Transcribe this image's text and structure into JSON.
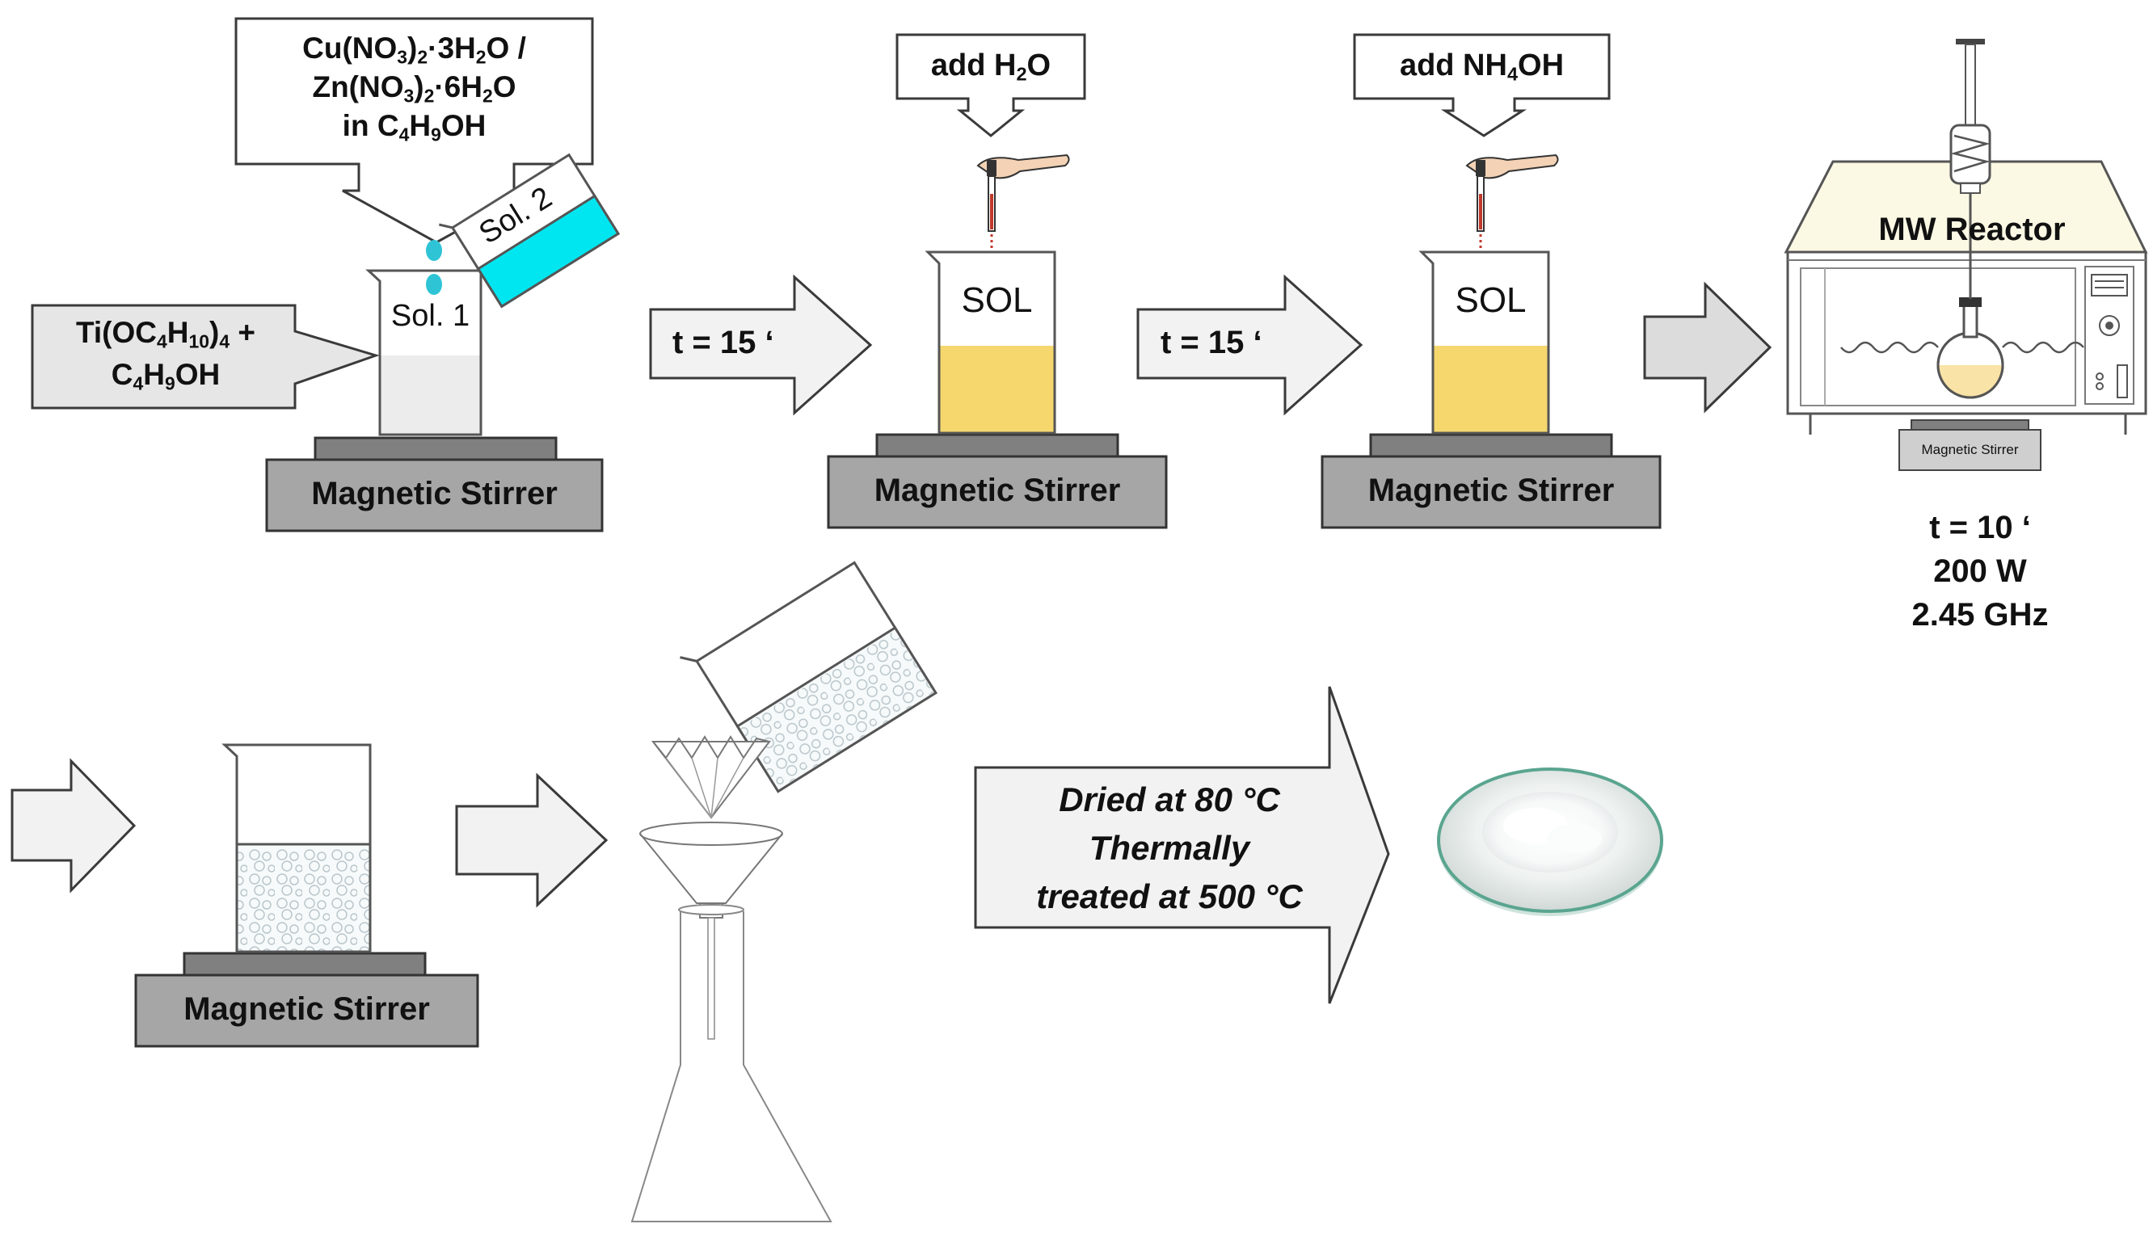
{
  "labels": {
    "sol2_source": [
      "Cu(NO",
      "3",
      ")",
      "2",
      "·3H",
      "2",
      "O /",
      "Zn(NO",
      "3",
      ")",
      "2",
      "·6H",
      "2",
      "O",
      "in C",
      "4",
      "H",
      "9",
      "OH"
    ],
    "sol1_source": [
      "Ti(OC",
      "4",
      "H",
      "10",
      ")",
      "4",
      " +",
      "C",
      "4",
      "H",
      "9",
      "OH"
    ],
    "sol1": "Sol. 1",
    "sol2": "Sol. 2",
    "time1": "t = 15 ‘",
    "time2": "t = 15 ‘",
    "add_water": [
      "add H",
      "2",
      "O"
    ],
    "add_ammonia": [
      "add NH",
      "4",
      "OH"
    ],
    "sol_a": "SOL",
    "sol_b": "SOL",
    "stirrer": "Magnetic Stirrer",
    "mw_reactor": "MW Reactor",
    "mw_stirrer": "Magnetic Stirrer",
    "mw_conditions": [
      "t = 10 ‘",
      "200 W",
      "2.45 GHz"
    ],
    "thermal": [
      "Dried at 80 °C",
      "Thermally",
      "treated at 500 °C"
    ]
  },
  "colors": {
    "outline": "#3a3a3a",
    "arrow_fill": "#f2f2f2",
    "stirrer_base": "#a6a6a6",
    "stirrer_top": "#808080",
    "sol_yellow": "#f5d76e",
    "sol2_cyan": "#00e6f0",
    "droplet": "#2ec4d6",
    "reactor_top": "#fbf8e4",
    "mw_flask": "#f9e3a6",
    "pipette_red": "#c0392b",
    "powder_dish": "#d9e0de",
    "dish_rim": "#5aa58f"
  },
  "icons": [
    "beaker-icon",
    "pipette-icon",
    "microwave-reactor-icon",
    "condenser-icon",
    "filter-funnel-icon",
    "erlenmeyer-flask-icon",
    "watch-glass-icon",
    "arrow-icon"
  ]
}
